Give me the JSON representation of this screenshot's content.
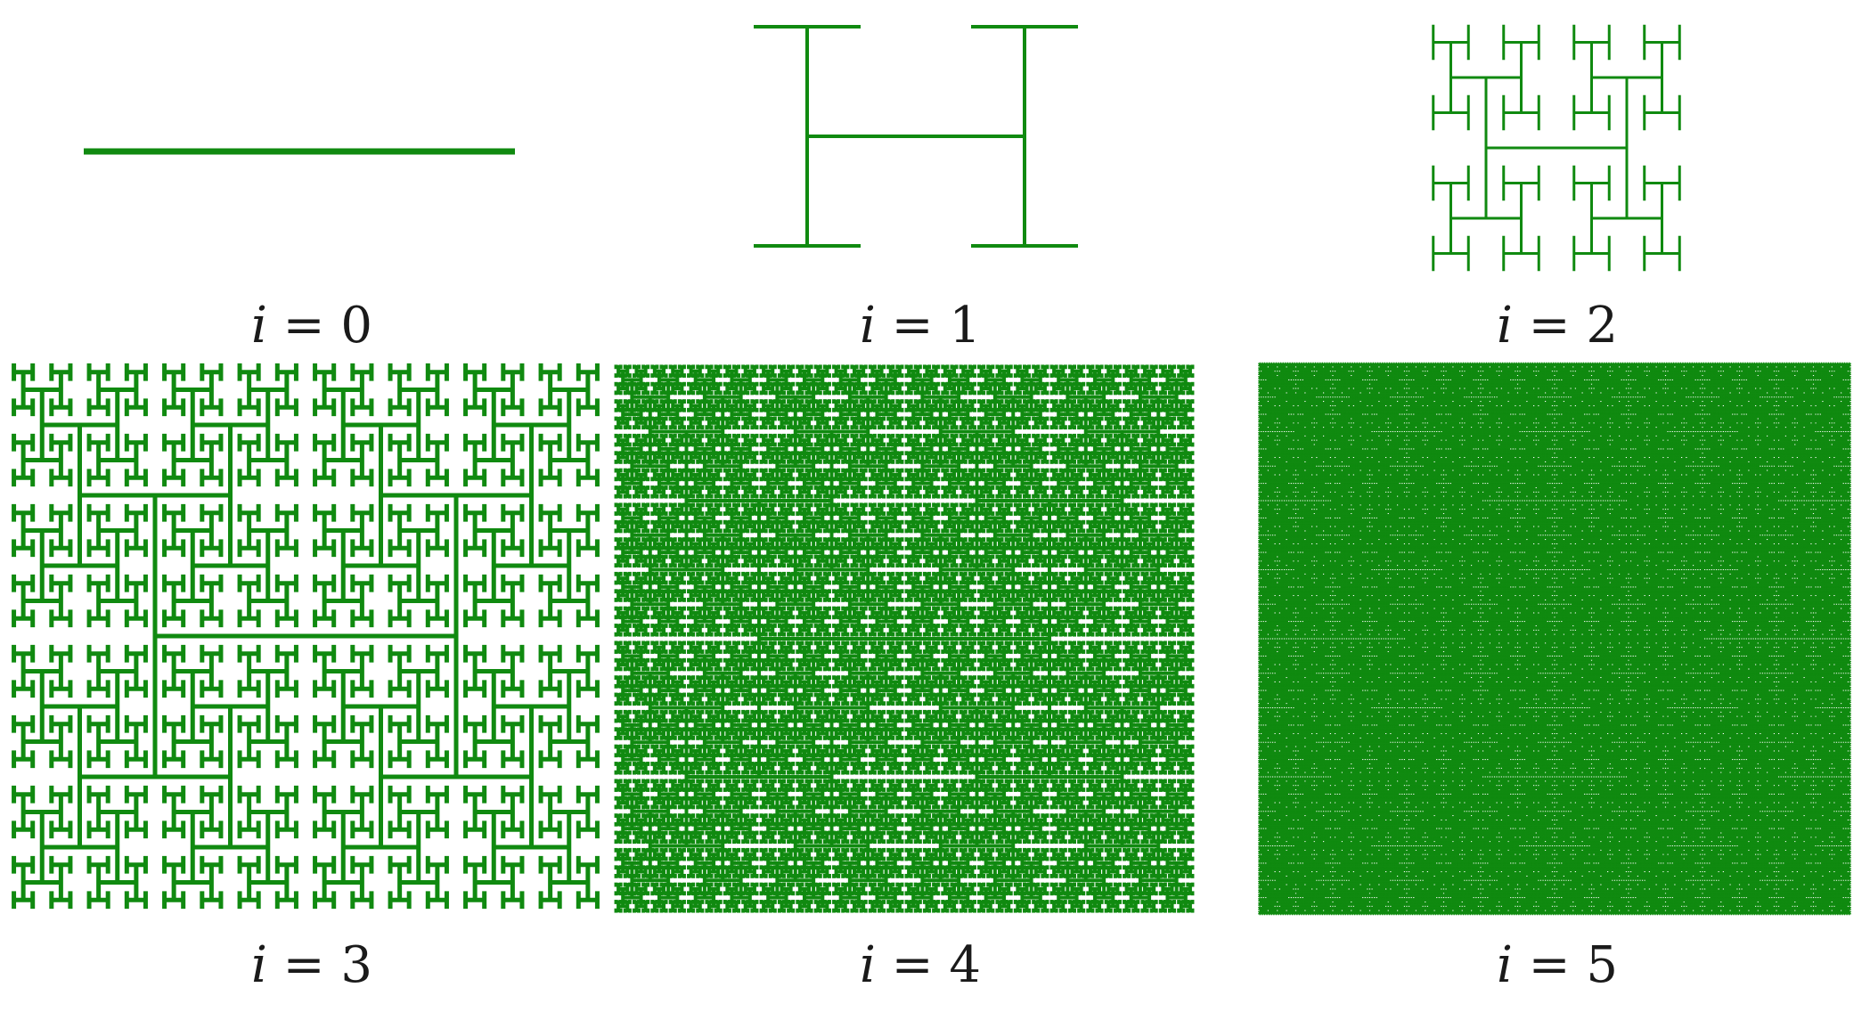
{
  "colors": {
    "stroke": "#108a10",
    "background": "#ffffff",
    "caption": "#1a1a1a"
  },
  "panels": [
    {
      "iteration": 0,
      "caption_var": "i",
      "caption_eq": " = ",
      "caption_value": "0"
    },
    {
      "iteration": 1,
      "caption_var": "i",
      "caption_eq": " = ",
      "caption_value": "1"
    },
    {
      "iteration": 2,
      "caption_var": "i",
      "caption_eq": " = ",
      "caption_value": "2"
    },
    {
      "iteration": 3,
      "caption_var": "i",
      "caption_eq": " = ",
      "caption_value": "3"
    },
    {
      "iteration": 4,
      "caption_var": "i",
      "caption_eq": " = ",
      "caption_value": "4"
    },
    {
      "iteration": 5,
      "caption_var": "i",
      "caption_eq": " = ",
      "caption_value": "5"
    }
  ]
}
